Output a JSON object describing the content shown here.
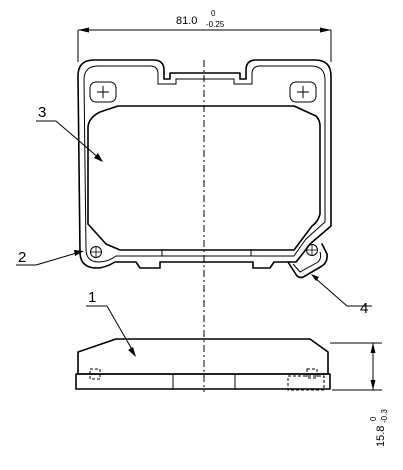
{
  "dimensions": {
    "width": {
      "nominal": "81.0",
      "upper": "0",
      "lower": "-0.25"
    },
    "thickness": {
      "nominal": "15.8",
      "upper": "0",
      "lower": "-0.3"
    }
  },
  "callouts": [
    "1",
    "2",
    "3",
    "4"
  ]
}
